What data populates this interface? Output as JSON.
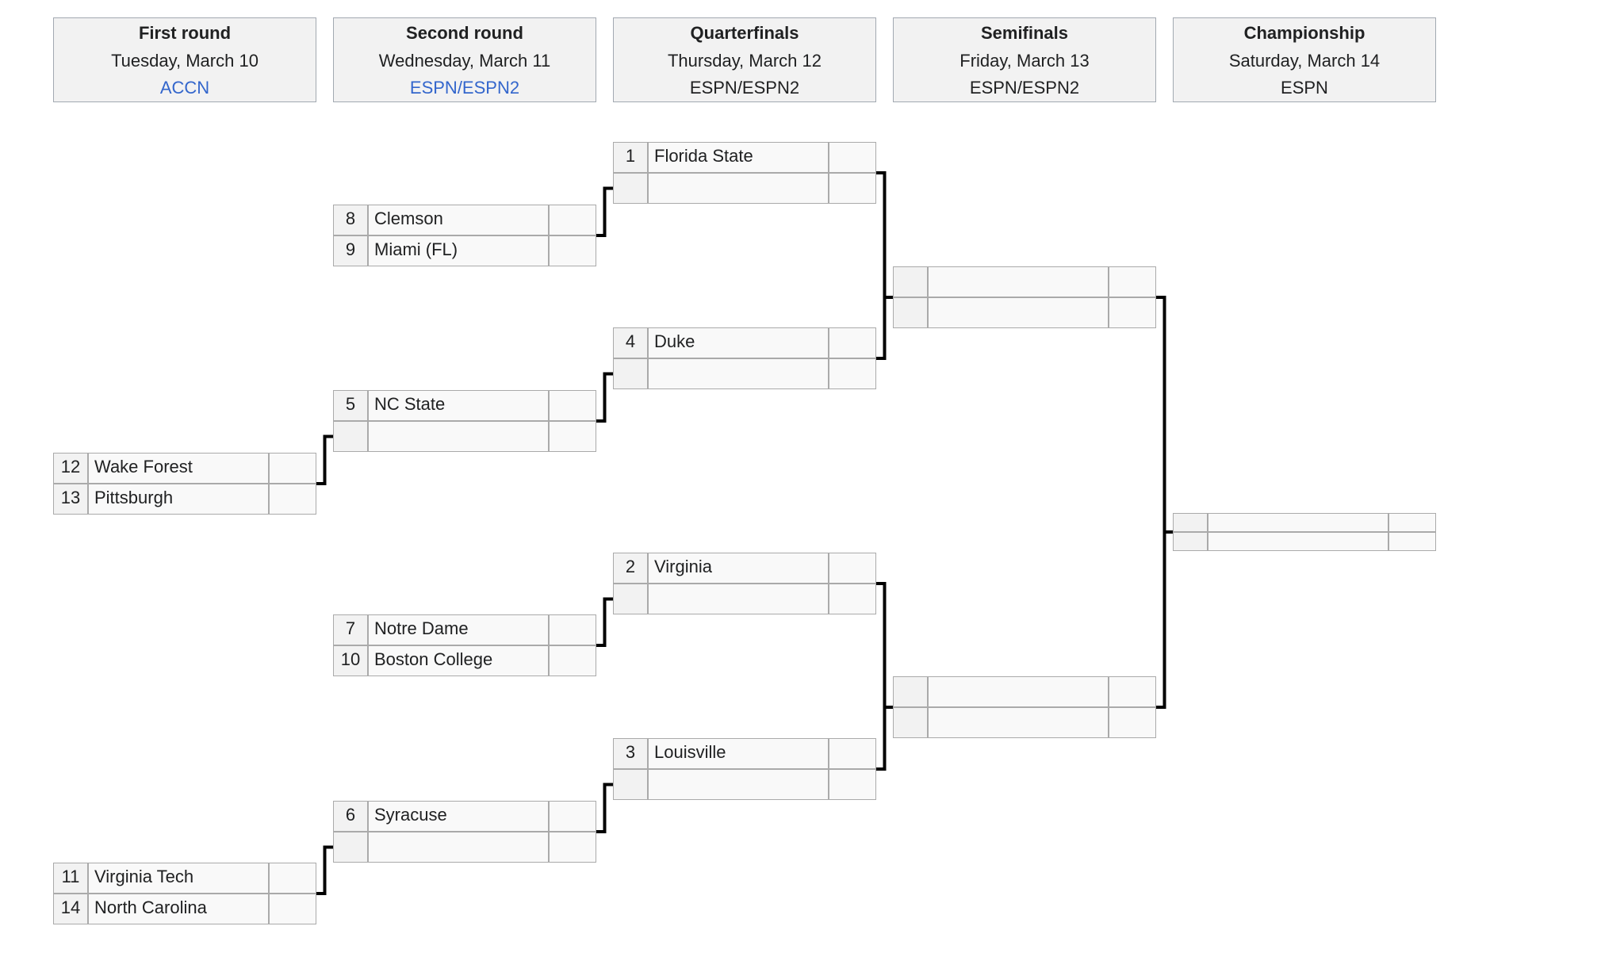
{
  "rounds": [
    {
      "name": "First round",
      "date": "Tuesday, March 10",
      "network": "ACCN",
      "network_link": true
    },
    {
      "name": "Second round",
      "date": "Wednesday, March 11",
      "network": "ESPN/ESPN2",
      "network_link": true
    },
    {
      "name": "Quarterfinals",
      "date": "Thursday, March 12",
      "network": "ESPN/ESPN2",
      "network_link": false
    },
    {
      "name": "Semifinals",
      "date": "Friday, March 13",
      "network": "ESPN/ESPN2",
      "network_link": false
    },
    {
      "name": "Championship",
      "date": "Saturday, March 14",
      "network": "ESPN",
      "network_link": false
    }
  ],
  "bracket": {
    "first_round": [
      {
        "top": {
          "seed": "12",
          "team": "Wake Forest",
          "score": ""
        },
        "bottom": {
          "seed": "13",
          "team": "Pittsburgh",
          "score": ""
        }
      },
      {
        "top": {
          "seed": "11",
          "team": "Virginia Tech",
          "score": ""
        },
        "bottom": {
          "seed": "14",
          "team": "North Carolina",
          "score": ""
        }
      }
    ],
    "second_round": [
      {
        "top": {
          "seed": "8",
          "team": "Clemson",
          "score": ""
        },
        "bottom": {
          "seed": "9",
          "team": "Miami (FL)",
          "score": ""
        }
      },
      {
        "top": {
          "seed": "5",
          "team": "NC State",
          "score": ""
        },
        "bottom": {
          "seed": "",
          "team": "",
          "score": ""
        }
      },
      {
        "top": {
          "seed": "7",
          "team": "Notre Dame",
          "score": ""
        },
        "bottom": {
          "seed": "10",
          "team": "Boston College",
          "score": ""
        }
      },
      {
        "top": {
          "seed": "6",
          "team": "Syracuse",
          "score": ""
        },
        "bottom": {
          "seed": "",
          "team": "",
          "score": ""
        }
      }
    ],
    "quarterfinals": [
      {
        "top": {
          "seed": "1",
          "team": "Florida State",
          "score": ""
        },
        "bottom": {
          "seed": "",
          "team": "",
          "score": ""
        }
      },
      {
        "top": {
          "seed": "4",
          "team": "Duke",
          "score": ""
        },
        "bottom": {
          "seed": "",
          "team": "",
          "score": ""
        }
      },
      {
        "top": {
          "seed": "2",
          "team": "Virginia",
          "score": ""
        },
        "bottom": {
          "seed": "",
          "team": "",
          "score": ""
        }
      },
      {
        "top": {
          "seed": "3",
          "team": "Louisville",
          "score": ""
        },
        "bottom": {
          "seed": "",
          "team": "",
          "score": ""
        }
      }
    ],
    "semifinals": [
      {
        "top": {
          "seed": "",
          "team": "",
          "score": ""
        },
        "bottom": {
          "seed": "",
          "team": "",
          "score": ""
        }
      },
      {
        "top": {
          "seed": "",
          "team": "",
          "score": ""
        },
        "bottom": {
          "seed": "",
          "team": "",
          "score": ""
        }
      }
    ],
    "championship": [
      {
        "top": {
          "seed": "",
          "team": "",
          "score": ""
        },
        "bottom": {
          "seed": "",
          "team": "",
          "score": ""
        }
      }
    ]
  }
}
